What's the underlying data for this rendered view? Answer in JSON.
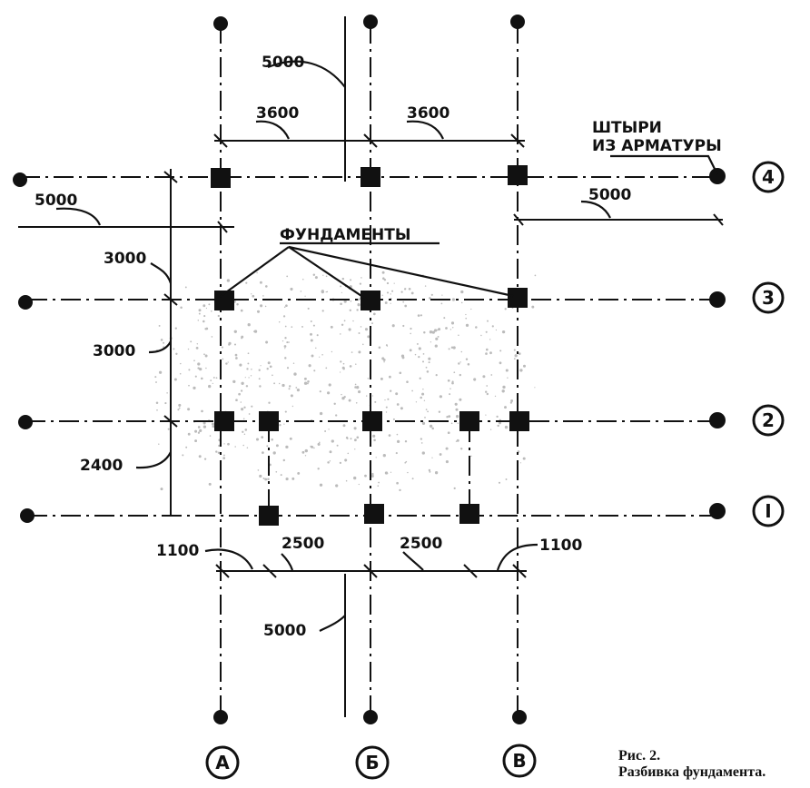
{
  "axes": {
    "columns": [
      {
        "id": "A",
        "label": "А"
      },
      {
        "id": "B",
        "label": "Б"
      },
      {
        "id": "V",
        "label": "В"
      }
    ],
    "rows": [
      {
        "id": "4",
        "label": "4"
      },
      {
        "id": "3",
        "label": "3"
      },
      {
        "id": "2",
        "label": "2"
      },
      {
        "id": "1",
        "label": "I"
      }
    ]
  },
  "dimensions": {
    "top_5000": "5000",
    "top_3600_left": "3600",
    "top_3600_right": "3600",
    "left_5000": "5000",
    "right_5000": "5000",
    "left_3000_top": "3000",
    "left_3000_mid": "3000",
    "left_2400": "2400",
    "bottom_1100_left": "1100",
    "bottom_2500_left": "2500",
    "bottom_2500_right": "2500",
    "bottom_1100_right": "1100",
    "bottom_5000": "5000"
  },
  "annotations": {
    "foundations": "ФУНДАМЕНТЫ",
    "rebar_line1": "ШТЫРИ",
    "rebar_line2": "ИЗ АРМАТУРЫ"
  },
  "caption": {
    "line1": "Рис. 2.",
    "line2": "Разбивка фундамента."
  }
}
